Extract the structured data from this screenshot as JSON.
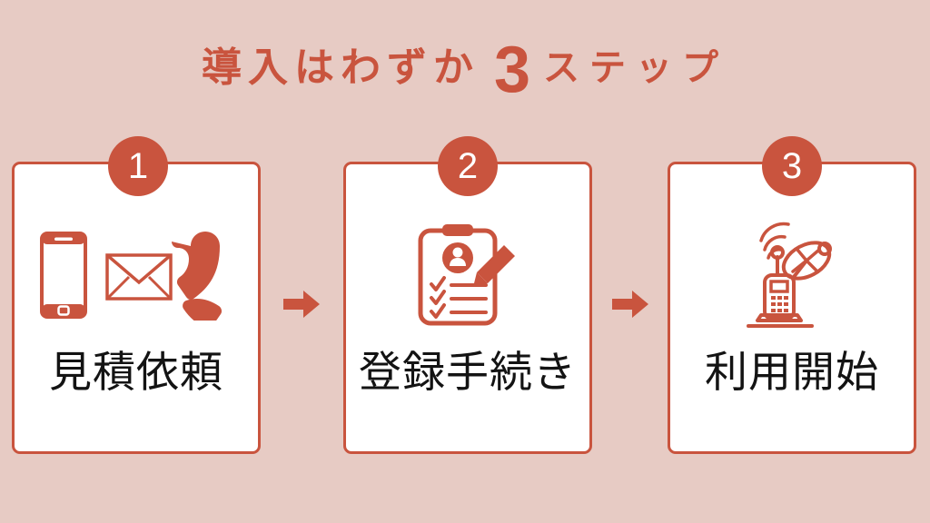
{
  "theme": {
    "background": "#e7cbc4",
    "accent": "#c9543e",
    "card_background": "#ffffff",
    "label_color": "#131313"
  },
  "heading": {
    "lead": "導入はわずか",
    "number": "3",
    "tail": "ステップ"
  },
  "steps": [
    {
      "badge": "1",
      "label": "見積依頼",
      "icons": [
        "smartphone-icon",
        "envelope-icon",
        "phone-handset-icon"
      ]
    },
    {
      "badge": "2",
      "label": "登録手続き",
      "icons": [
        "clipboard-form-icon",
        "pencil-icon"
      ]
    },
    {
      "badge": "3",
      "label": "利用開始",
      "icons": [
        "cordless-phone-icon",
        "satellite-dish-icon",
        "signal-waves-icon"
      ]
    }
  ],
  "connectors": [
    {
      "name": "arrow-right-icon"
    },
    {
      "name": "arrow-right-icon"
    }
  ]
}
